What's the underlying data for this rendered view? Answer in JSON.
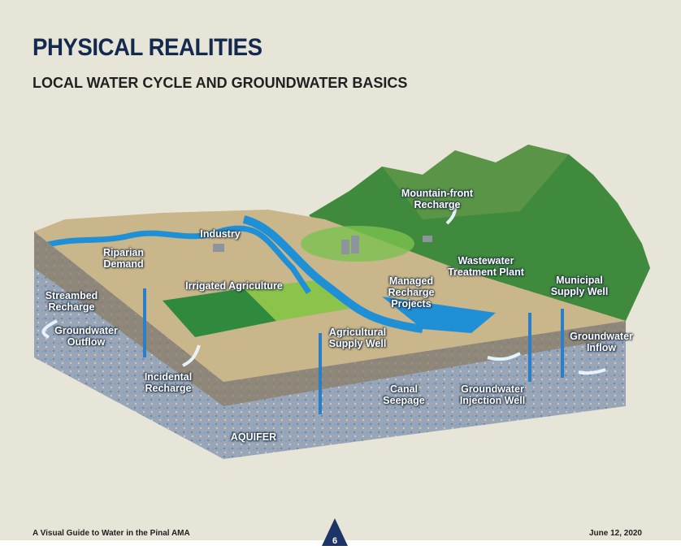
{
  "header": {
    "title": "PHYSICAL REALITIES",
    "subtitle": "LOCAL WATER CYCLE AND GROUNDWATER BASICS"
  },
  "diagram": {
    "labels": {
      "mountain_front_recharge": "Mountain-front\nRecharge",
      "industry": "Industry",
      "riparian_demand": "Riparian\nDemand",
      "wastewater_treatment_plant": "Wastewater\nTreatment Plant",
      "municipal_supply_well": "Municipal\nSupply Well",
      "managed_recharge_projects": "Managed\nRecharge\nProjects",
      "streambed_recharge": "Streambed\nRecharge",
      "irrigated_agriculture": "Irrigated Agriculture",
      "groundwater_outflow": "Groundwater\nOutflow",
      "agricultural_supply_well": "Agricultural\nSupply Well",
      "groundwater_inflow": "Groundwater\nInflow",
      "incidental_recharge": "Incidental\nRecharge",
      "canal_seepage": "Canal\nSeepage",
      "groundwater_injection_well": "Groundwater\nInjection Well",
      "aquifer": "AQUIFER"
    },
    "colors": {
      "water": "#1f8fd6",
      "soil": "#c8b58a",
      "aquifer": "#8f9db0",
      "mountain": "#3f8a3c"
    }
  },
  "footer": {
    "left": "A Visual Guide to Water in the Pinal AMA",
    "page_number": "6",
    "right": "June 12, 2020"
  }
}
